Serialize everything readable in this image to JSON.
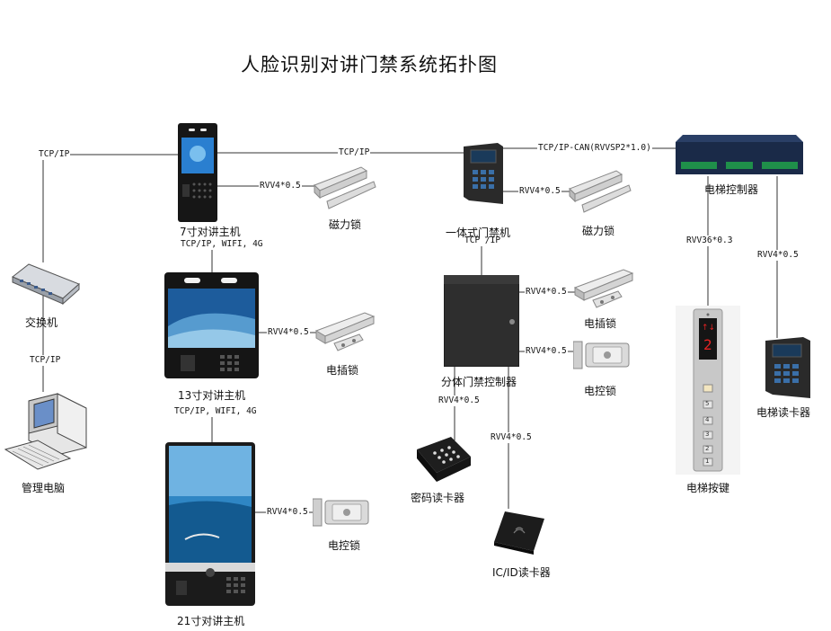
{
  "title": "人脸识别对讲门禁系统拓扑图",
  "devices": {
    "switch": "交换机",
    "pc": "管理电脑",
    "intercom7": "7寸对讲主机",
    "intercom13": "13寸对讲主机",
    "intercom21": "21寸对讲主机",
    "maglock1": "磁力锁",
    "maglock2": "磁力锁",
    "boltlock1": "电插锁",
    "boltlock2": "电插锁",
    "ctrllock1": "电控锁",
    "ctrllock2": "电控锁",
    "integrated_access": "一体式门禁机",
    "split_controller": "分体门禁控制器",
    "password_reader": "密码读卡器",
    "ic_reader": "IC/ID读卡器",
    "elevator_controller": "电梯控制器",
    "elevator_buttons": "电梯按键",
    "elevator_reader": "电梯读卡器"
  },
  "wires": {
    "tcpip_top_left": "TCP/IP",
    "tcpip_top_mid": "TCP/IP",
    "tcpip_can": "TCP/IP-CAN(RVVSP2*1.0)",
    "tcpip_switch_pc": "TCP/IP",
    "tcpip_wifi_4g_1": "TCP/IP, WIFI, 4G",
    "tcpip_wifi_4g_2": "TCP/IP, WIFI, 4G",
    "tcpip_integrated_split": "TCP /IP",
    "rvv_7_maglock": "RVV4*0.5",
    "rvv_13_bolt": "RVV4*0.5",
    "rvv_21_ctrl": "RVV4*0.5",
    "rvv_int_maglock": "RVV4*0.5",
    "rvv_split_bolt": "RVV4*0.5",
    "rvv_split_ctrl": "RVV4*0.5",
    "rvv_split_pwd": "RVV4*0.5",
    "rvv_split_ic": "RVV4*0.5",
    "rvv_elev_buttons": "RVV36*0.3",
    "rvv_elev_reader": "RVV4*0.5"
  },
  "elevator_display": "2",
  "elevator_keys": [
    "5",
    "4",
    "3",
    "2",
    "1"
  ]
}
